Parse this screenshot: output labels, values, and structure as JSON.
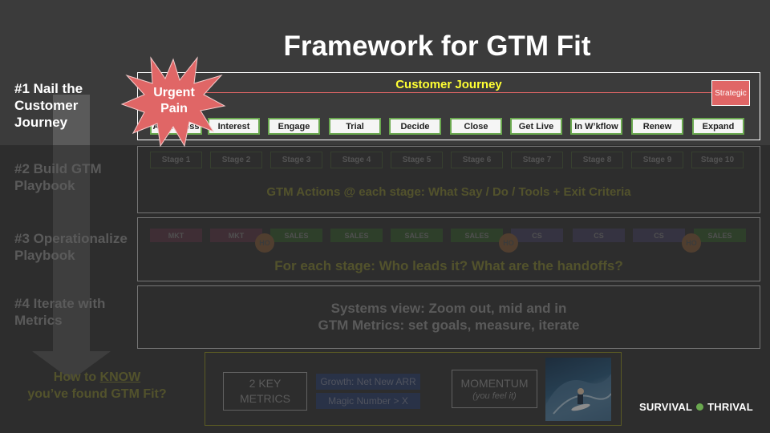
{
  "title": "Framework for GTM Fit",
  "rows": {
    "row1": [
      "#1 Nail the",
      "Customer",
      "Journey"
    ],
    "row2": [
      "#2 Build GTM",
      "Playbook"
    ],
    "row3": [
      "#3 Operationalize",
      "Playbook"
    ],
    "row4": [
      "#4 Iterate with",
      "Metrics"
    ]
  },
  "journey": {
    "title": "Customer Journey",
    "strategic": "Strategic",
    "urgent_pain": [
      "Urgent",
      "Pain"
    ],
    "stages": [
      "Awareness",
      "Interest",
      "Engage",
      "Trial",
      "Decide",
      "Close",
      "Get Live",
      "In W’kflow",
      "Renew",
      "Expand"
    ],
    "stage_numbers": [
      "Stage 1",
      "Stage 2",
      "Stage 3",
      "Stage 4",
      "Stage 5",
      "Stage 6",
      "Stage 7",
      "Stage 8",
      "Stage 9",
      "Stage 10"
    ]
  },
  "playbook": {
    "actions": "GTM Actions @ each stage:  What Say / Do / Tools + Exit Criteria"
  },
  "operationalize": {
    "roles": [
      "MKT",
      "MKT",
      "SALES",
      "SALES",
      "SALES",
      "SALES",
      "CS",
      "CS",
      "CS",
      "SALES"
    ],
    "handoff": "HO",
    "question": "For each stage:  Who leads it?  What are the handoffs?"
  },
  "metrics": {
    "line1": "Systems view: Zoom out, mid and in",
    "line2": "GTM Metrics: set goals, measure, iterate"
  },
  "gtm_fit": {
    "line1_prefix": "How to ",
    "line1_emph": "KNOW",
    "line2": "you’ve found GTM Fit?",
    "key_metrics": [
      "2 KEY",
      "METRICS"
    ],
    "growth": "Growth: Net New ARR",
    "magic": "Magic Number > X",
    "momentum": "MOMENTUM",
    "momentum_sub": "(you feel it)"
  },
  "logo": {
    "left": "SURVIVAL",
    "right": "THRIVAL"
  },
  "colors": {
    "background": "#3b3b3b",
    "journey_title": "#ffff33",
    "stage_border": "#6aa84f",
    "urgent_pain": "#e06666",
    "strategic": "#e06666"
  }
}
